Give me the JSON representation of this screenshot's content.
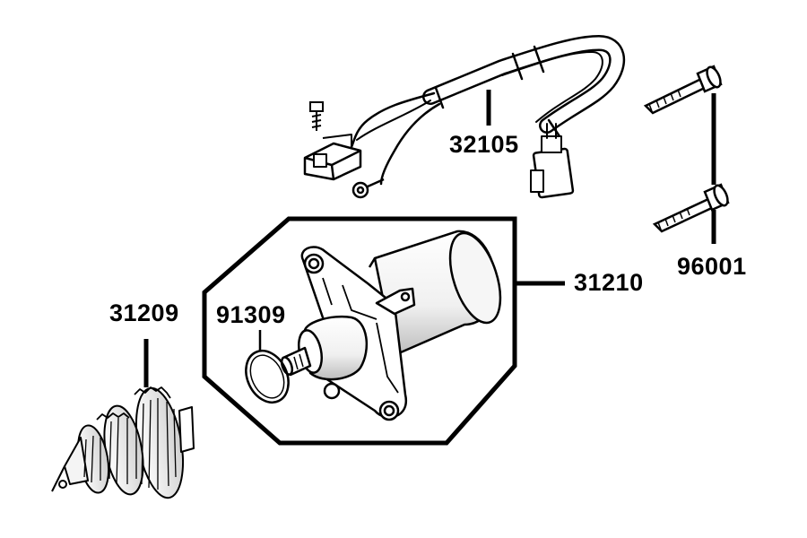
{
  "callouts": {
    "harness": "32105",
    "starter_motor": "31210",
    "bolt": "96001",
    "starter_clutch": "31209",
    "o_ring": "91309"
  },
  "colors": {
    "ink": "#000000",
    "paper": "#ffffff",
    "part_fill": "#f2f2f2",
    "part_shade": "#d0d0d0"
  }
}
